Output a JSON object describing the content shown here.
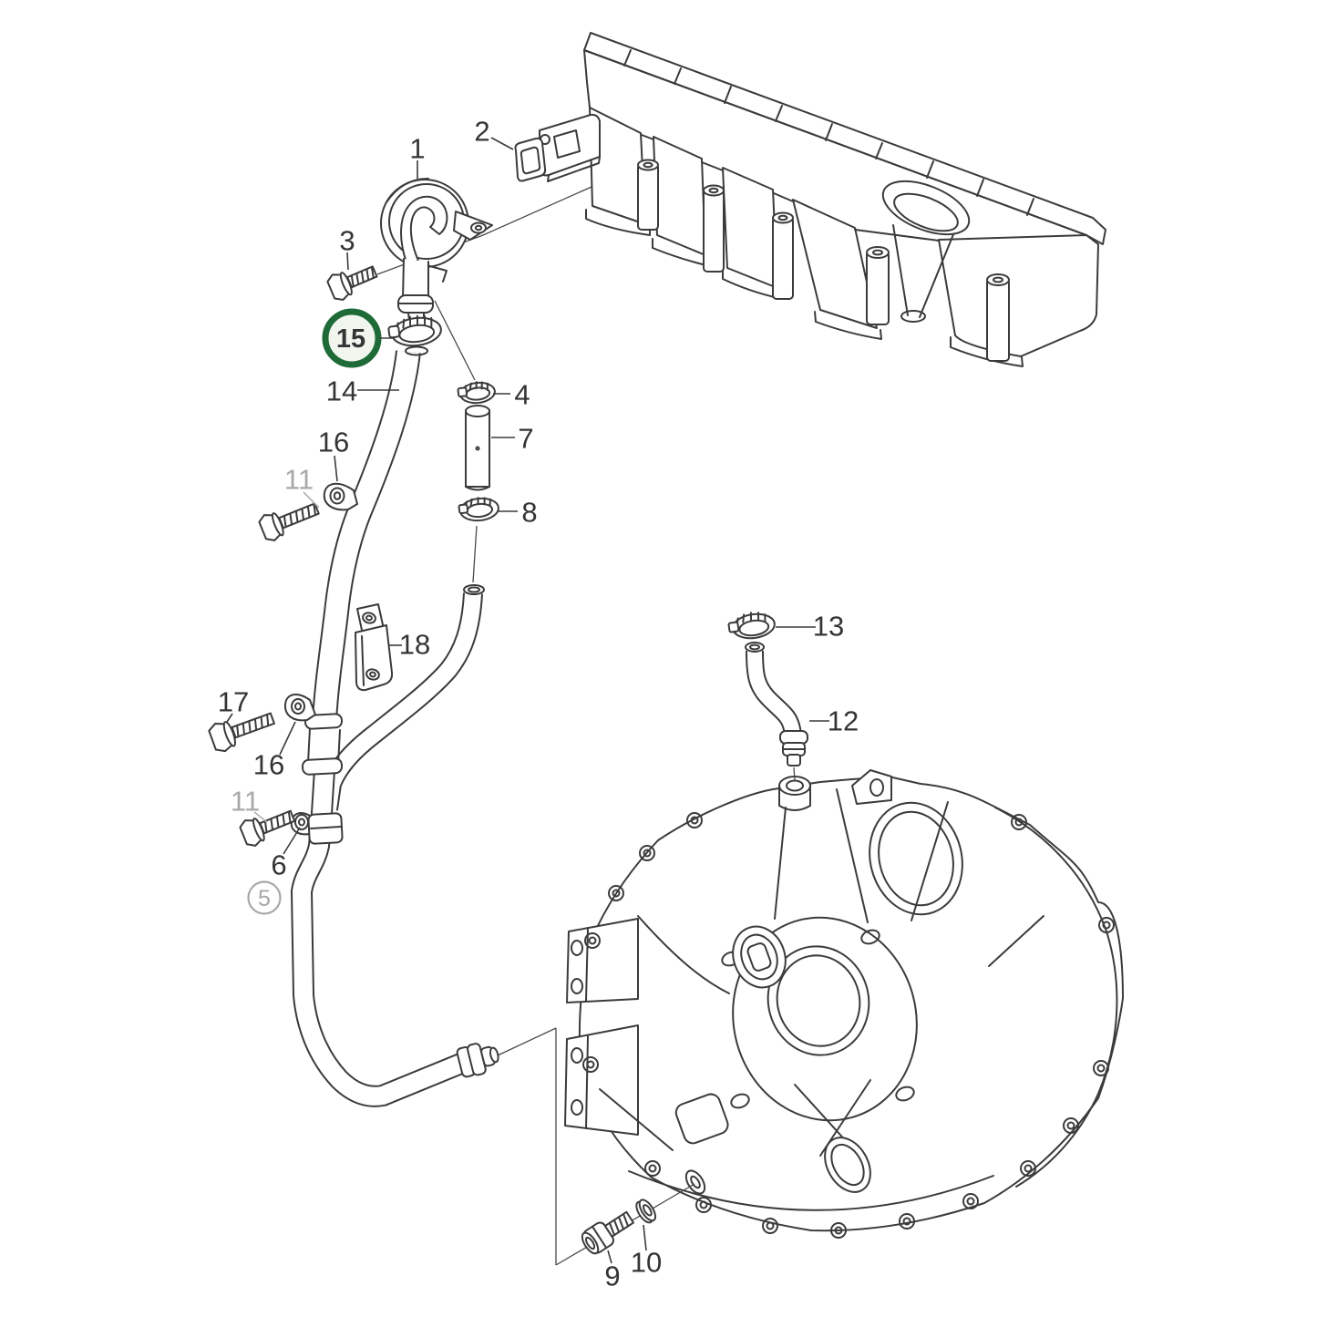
{
  "figure": {
    "type": "exploded-parts-diagram",
    "description": "Engine crankcase ventilation piping diagram with valve cover, breather, hoses and flywheel housing",
    "background": "#ffffff",
    "line_color": "#3b3b3b",
    "label_color": "#343434",
    "muted_label_color": "#a8a8a8",
    "highlight": {
      "label": "15",
      "ring_color": "#1e6b38",
      "fill_color": "#f0f5ee"
    }
  },
  "callouts": [
    {
      "id": "1",
      "text": "1"
    },
    {
      "id": "2",
      "text": "2"
    },
    {
      "id": "3",
      "text": "3"
    },
    {
      "id": "4",
      "text": "4"
    },
    {
      "id": "5",
      "text": "5",
      "muted": true,
      "circled": true
    },
    {
      "id": "6",
      "text": "6"
    },
    {
      "id": "7",
      "text": "7"
    },
    {
      "id": "8",
      "text": "8"
    },
    {
      "id": "9",
      "text": "9"
    },
    {
      "id": "10",
      "text": "10"
    },
    {
      "id": "11a",
      "text": "11",
      "muted": true
    },
    {
      "id": "11b",
      "text": "11",
      "muted": true
    },
    {
      "id": "12",
      "text": "12"
    },
    {
      "id": "13",
      "text": "13"
    },
    {
      "id": "14",
      "text": "14"
    },
    {
      "id": "15",
      "text": "15",
      "highlighted": true
    },
    {
      "id": "16a",
      "text": "16"
    },
    {
      "id": "16b",
      "text": "16"
    },
    {
      "id": "17",
      "text": "17"
    },
    {
      "id": "18",
      "text": "18"
    }
  ]
}
